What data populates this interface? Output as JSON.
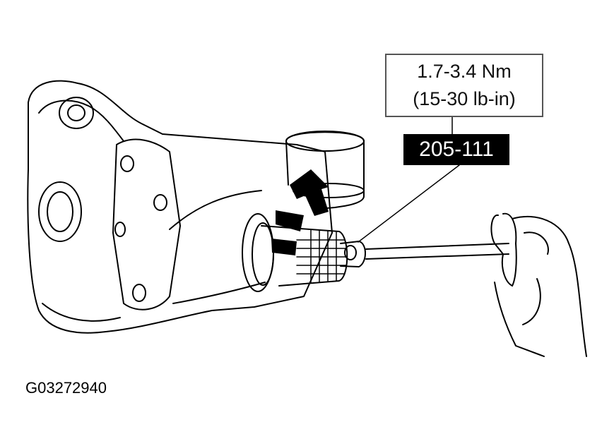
{
  "figure_id": "G03272940",
  "torque_spec": {
    "metric": "1.7-3.4 Nm",
    "imperial": "(15-30 lb-in)"
  },
  "tool_number": "205-111",
  "colors": {
    "line": "#000000",
    "background": "#ffffff",
    "label_bg": "#000000",
    "label_text": "#ffffff"
  }
}
